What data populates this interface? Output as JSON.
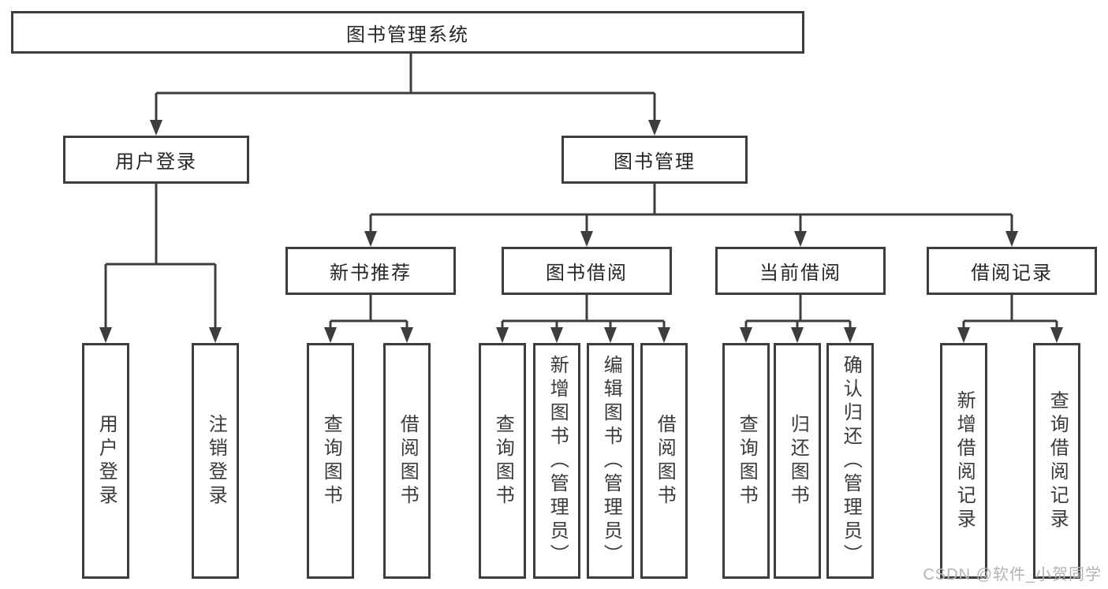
{
  "watermark": "CSDN @软件_小贺同学",
  "colors": {
    "line": "#3d3d3d",
    "text": "#262626",
    "leaf_text": "#3a3a3a",
    "watermark": "#b3b3b3",
    "background": "#ffffff"
  },
  "nodes": {
    "root": {
      "label": "图书管理系统"
    },
    "user_login": {
      "label": "用户登录"
    },
    "book_management": {
      "label": "图书管理"
    },
    "new_book_recommend": {
      "label": "新书推荐"
    },
    "book_borrowing": {
      "label": "图书借阅"
    },
    "current_borrowing": {
      "label": "当前借阅"
    },
    "borrowing_records": {
      "label": "借阅记录"
    },
    "leaf_user_login": {
      "label": "用户登录"
    },
    "leaf_logout": {
      "label": "注销登录"
    },
    "leaf_query_books_1": {
      "label": "查询图书"
    },
    "leaf_borrow_books_1": {
      "label": "借阅图书"
    },
    "leaf_query_books_2": {
      "label": "查询图书"
    },
    "leaf_add_books_admin": {
      "label": "新增图书（管理员）"
    },
    "leaf_edit_books_admin": {
      "label": "编辑图书（管理员）"
    },
    "leaf_borrow_books_2": {
      "label": "借阅图书"
    },
    "leaf_query_books_3": {
      "label": "查询图书"
    },
    "leaf_return_books": {
      "label": "归还图书"
    },
    "leaf_confirm_return_admin": {
      "label": "确认归还（管理员）"
    },
    "leaf_add_borrow_record": {
      "label": "新增借阅记录"
    },
    "leaf_query_borrow_record": {
      "label": "查询借阅记录"
    }
  }
}
